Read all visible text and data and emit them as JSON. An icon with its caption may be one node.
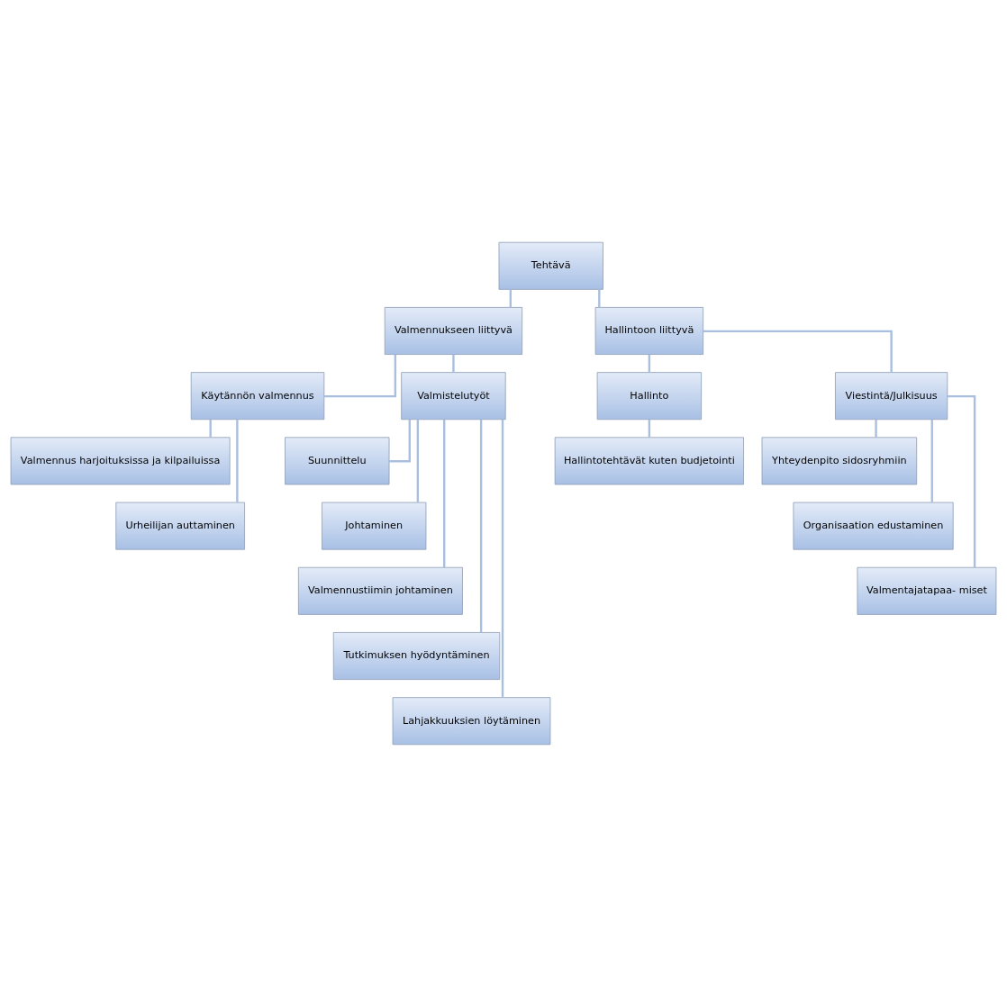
{
  "diagram": {
    "nodes": [
      {
        "text": [
          "Tehtävä"
        ]
      },
      {
        "text": [
          "Valmennukseen liittyvä"
        ]
      },
      {
        "text": [
          "Hallintoon liittyvä"
        ]
      },
      {
        "text": [
          "Käytännön valmennus"
        ]
      },
      {
        "text": [
          "Valmistelutyöt"
        ]
      },
      {
        "text": [
          "Hallinto"
        ]
      },
      {
        "text": [
          "Viestintä/Julkisuus"
        ]
      },
      {
        "text": [
          "Valmennus harjoituksissa ja kilpailuissa"
        ]
      },
      {
        "text": [
          "Urheilijan auttaminen"
        ]
      },
      {
        "text": [
          "Suunnittelu"
        ]
      },
      {
        "text": [
          "Johtaminen"
        ]
      },
      {
        "text": [
          "Valmennustiimin johtaminen"
        ]
      },
      {
        "text": [
          "Tutkimuksen hyödyntäminen"
        ]
      },
      {
        "text": [
          "Lahjakkuuksien löytäminen"
        ]
      },
      {
        "text": [
          "Hallintotehtävät kuten budjetointi"
        ]
      },
      {
        "text": [
          "Yhteydenpito sidosryhmiin"
        ]
      },
      {
        "text": [
          "Organisaation edustaminen"
        ]
      },
      {
        "text": [
          "Valmentajatapaa- miset"
        ]
      }
    ],
    "edges": [
      {
        "from": 0,
        "to": 1,
        "arrow": "none"
      },
      {
        "from": 0,
        "to": 2,
        "arrow": "none"
      },
      {
        "from": 1,
        "to": 3,
        "arrow": "none"
      },
      {
        "from": 1,
        "to": 4,
        "arrow": "none"
      },
      {
        "from": 2,
        "to": 5,
        "arrow": "none"
      },
      {
        "from": 2,
        "to": 6,
        "arrow": "none"
      },
      {
        "from": 3,
        "to": 7,
        "arrow": "none"
      },
      {
        "from": 3,
        "to": 8,
        "arrow": "none"
      },
      {
        "from": 4,
        "to": 9,
        "arrow": "none"
      },
      {
        "from": 4,
        "to": 10,
        "arrow": "none"
      },
      {
        "from": 4,
        "to": 11,
        "arrow": "none"
      },
      {
        "from": 4,
        "to": 12,
        "arrow": "none"
      },
      {
        "from": 4,
        "to": 13,
        "arrow": "none"
      },
      {
        "from": 5,
        "to": 14,
        "arrow": "none"
      },
      {
        "from": 6,
        "to": 15,
        "arrow": "none"
      },
      {
        "from": 6,
        "to": 16,
        "arrow": "none"
      },
      {
        "from": 6,
        "to": 17,
        "arrow": "none"
      }
    ]
  }
}
